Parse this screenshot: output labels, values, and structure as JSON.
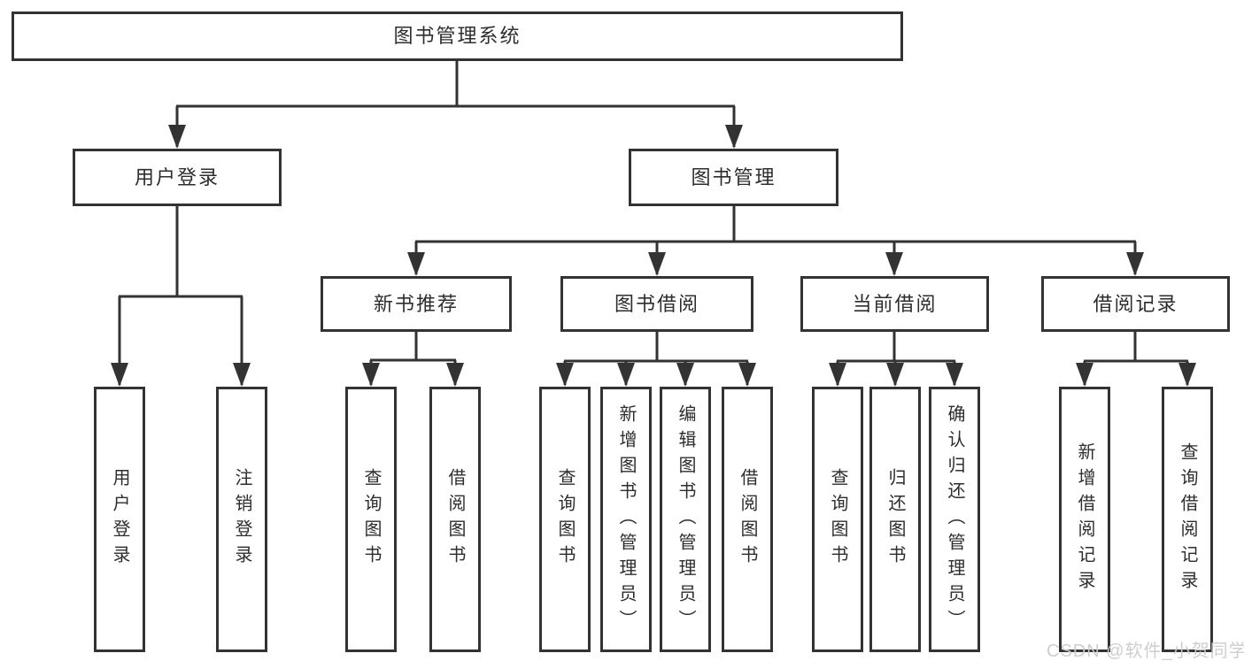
{
  "tree": {
    "label": "图书管理系统",
    "children": [
      {
        "label": "用户登录",
        "children": [
          {
            "label": "用户登录"
          },
          {
            "label": "注销登录"
          }
        ]
      },
      {
        "label": "图书管理",
        "children": [
          {
            "label": "新书推荐",
            "children": [
              {
                "label": "查询图书"
              },
              {
                "label": "借阅图书"
              }
            ]
          },
          {
            "label": "图书借阅",
            "children": [
              {
                "label": "查询图书"
              },
              {
                "label": "新增图书（管理员）"
              },
              {
                "label": "编辑图书（管理员）"
              },
              {
                "label": "借阅图书"
              }
            ]
          },
          {
            "label": "当前借阅",
            "children": [
              {
                "label": "查询图书"
              },
              {
                "label": "归还图书"
              },
              {
                "label": "确认归还（管理员）"
              }
            ]
          },
          {
            "label": "借阅记录",
            "children": [
              {
                "label": "新增借阅记录"
              },
              {
                "label": "查询借阅记录"
              }
            ]
          }
        ]
      }
    ]
  },
  "watermark": {
    "text": "CSDN @软件_小贺同学"
  },
  "colors": {
    "line": "#333333",
    "box_border": "#333333",
    "box_background": "#ffffff",
    "text": "#2d2d2d",
    "watermark": "#cbcbcb"
  }
}
